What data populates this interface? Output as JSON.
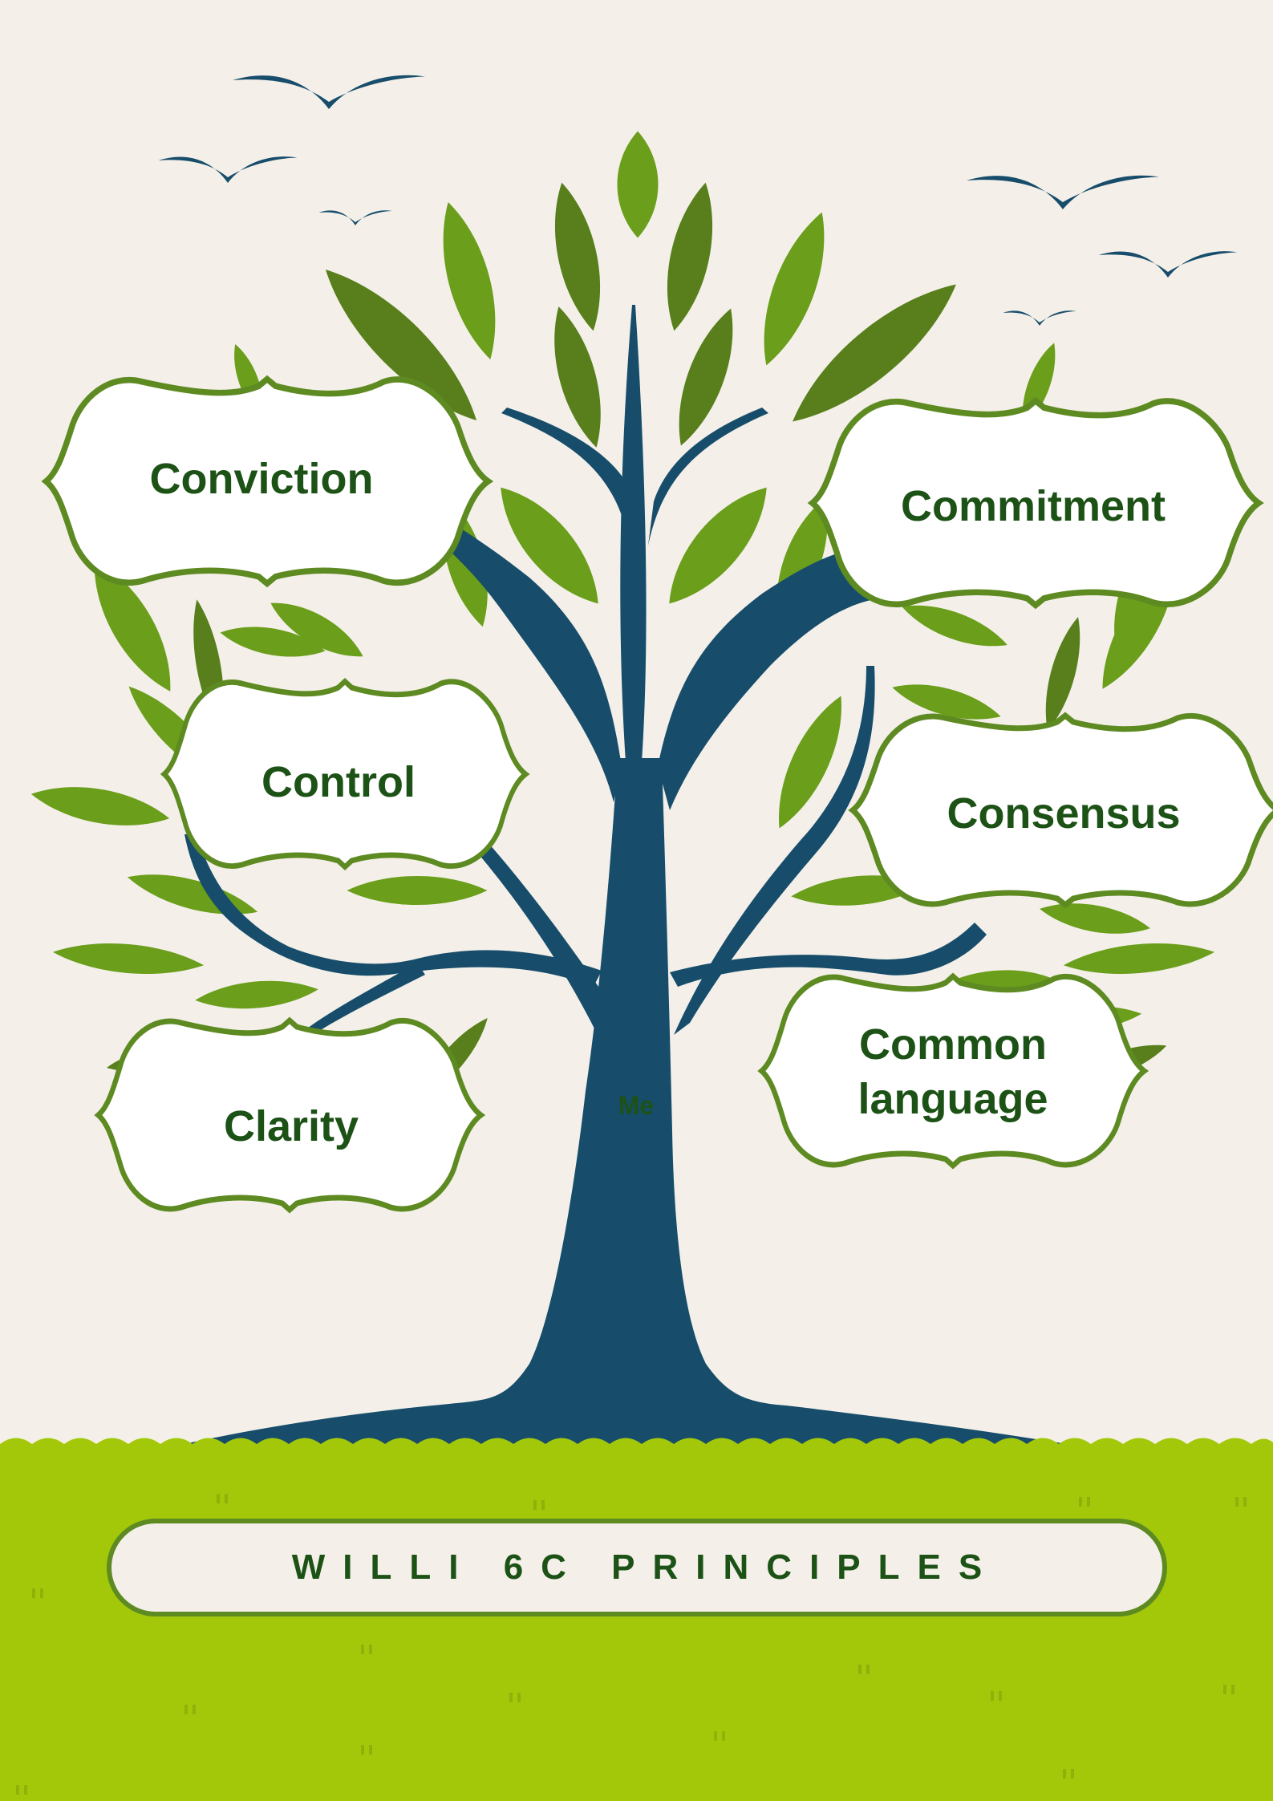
{
  "principles": {
    "conviction": "Conviction",
    "commitment": "Commitment",
    "control": "Control",
    "consensus": "Consensus",
    "clarity": "Clarity",
    "common_language_line1": "Common",
    "common_language_line2": "language"
  },
  "center_label": "Me",
  "banner_title": "WILLI 6C PRINCIPLES",
  "colors": {
    "background": "#f4f0e9",
    "trunk": "#174d6b",
    "leaf_light": "#6a9e1b",
    "leaf_dark": "#587f1c",
    "label_border": "#5e8a22",
    "text": "#1d5216",
    "grass": "#a3c80a",
    "bird": "#174d6b"
  },
  "icons": [
    "bird-icon",
    "leaf-icon",
    "tree-icon",
    "grass-icon"
  ]
}
